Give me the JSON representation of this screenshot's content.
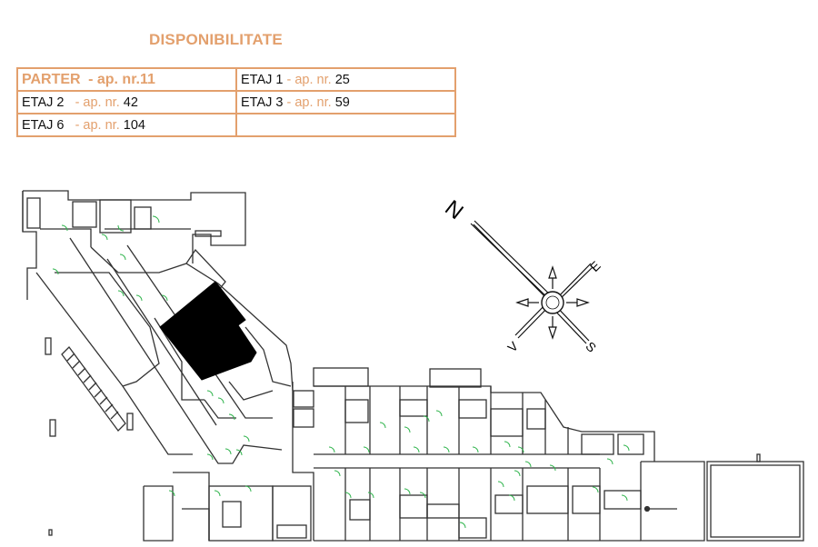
{
  "title": "DISPONIBILITATE",
  "table": {
    "rows": [
      [
        {
          "label": "PARTER",
          "sep": "- ap. nr.",
          "value": "11"
        },
        {
          "label": "ETAJ 1",
          "sep": "- ap. nr.",
          "value": "25"
        }
      ],
      [
        {
          "label": "ETAJ 2",
          "sep": "- ap. nr.",
          "value": "42"
        },
        {
          "label": "ETAJ 3",
          "sep": "- ap. nr.",
          "value": "59"
        }
      ],
      [
        {
          "label": "ETAJ 6",
          "sep": "- ap. nr.",
          "value": "104"
        },
        {
          "label": "",
          "sep": "",
          "value": ""
        }
      ]
    ]
  },
  "compass": {
    "north": "N",
    "east": "E",
    "south": "S",
    "west": "V"
  },
  "colors": {
    "accent": "#e3a06d",
    "highlight": "#000000",
    "door_swing": "#2db34a",
    "walls": "#333333"
  }
}
